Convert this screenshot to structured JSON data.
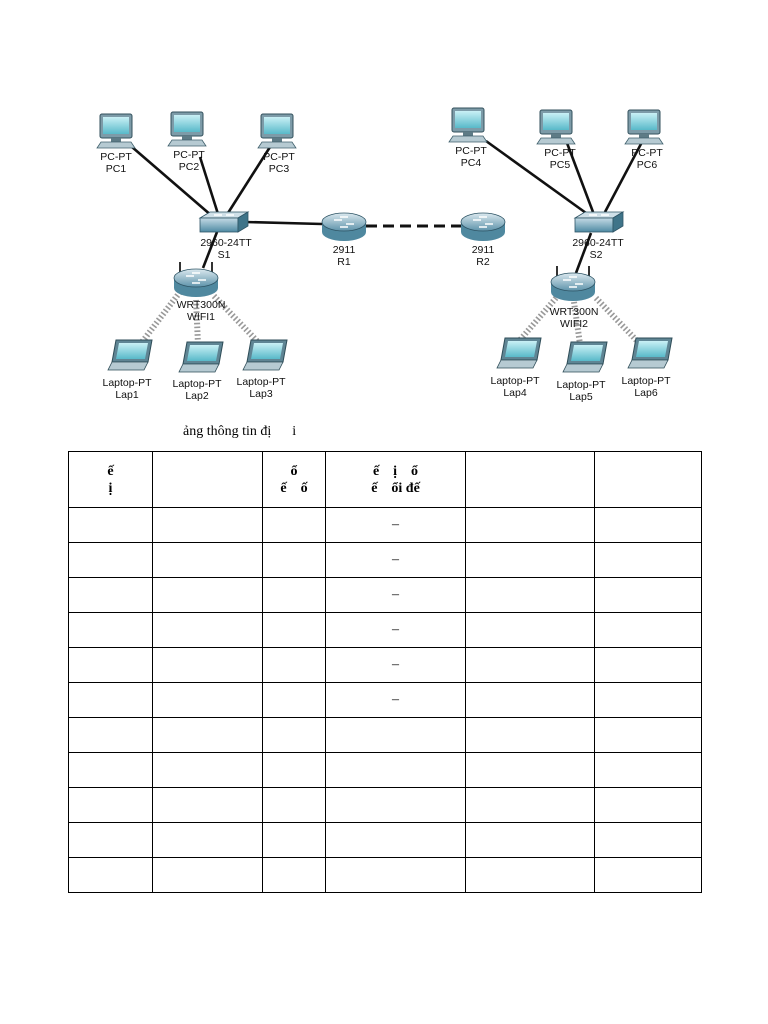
{
  "devices": {
    "pc1": {
      "type": "PC-PT",
      "name": "PC1"
    },
    "pc2": {
      "type": "PC-PT",
      "name": "PC2"
    },
    "pc3": {
      "type": "PC-PT",
      "name": "PC3"
    },
    "pc4": {
      "type": "PC-PT",
      "name": "PC4"
    },
    "pc5": {
      "type": "PC-PT",
      "name": "PC5"
    },
    "pc6": {
      "type": "PC-PT",
      "name": "PC6"
    },
    "s1": {
      "type": "2960-24TT",
      "name": "S1"
    },
    "s2": {
      "type": "2960-24TT",
      "name": "S2"
    },
    "r1": {
      "type": "2911",
      "name": "R1"
    },
    "r2": {
      "type": "2911",
      "name": "R2"
    },
    "wifi1": {
      "type": "WRT300N",
      "name": "WIFI1"
    },
    "wifi2": {
      "type": "WRT300N",
      "name": "WIFI2"
    },
    "lap1": {
      "type": "Laptop-PT",
      "name": "Lap1"
    },
    "lap2": {
      "type": "Laptop-PT",
      "name": "Lap2"
    },
    "lap3": {
      "type": "Laptop-PT",
      "name": "Lap3"
    },
    "lap4": {
      "type": "Laptop-PT",
      "name": "Lap4"
    },
    "lap5": {
      "type": "Laptop-PT",
      "name": "Lap5"
    },
    "lap6": {
      "type": "Laptop-PT",
      "name": "Lap6"
    }
  },
  "table": {
    "caption": "ảng thông tin đị      i",
    "headers": [
      "ế\nị",
      "",
      "ổ\nế    ố",
      "ế    ị    ổ\nế    ổi đế",
      "",
      ""
    ],
    "dash": "–",
    "rows": 11,
    "dash_rows": 6
  }
}
